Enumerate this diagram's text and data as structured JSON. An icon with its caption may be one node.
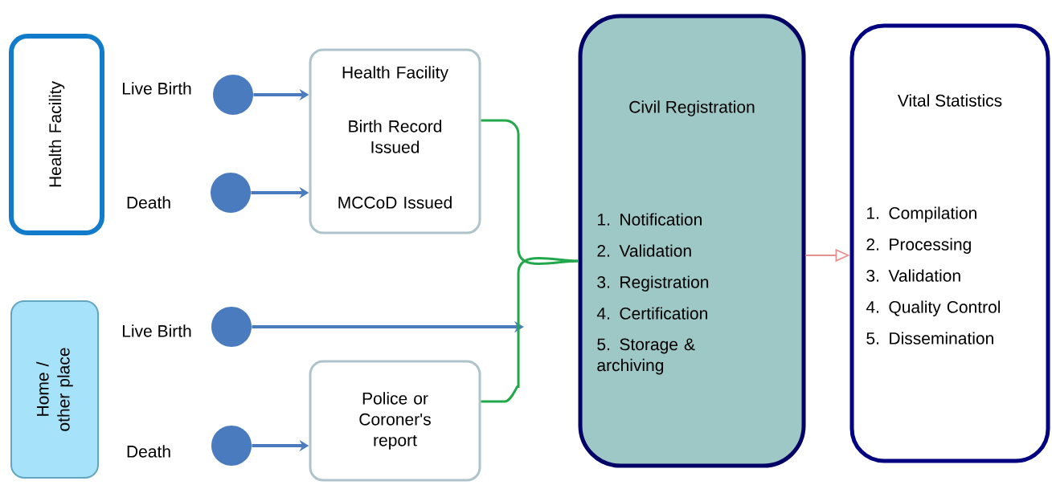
{
  "diagram": {
    "nodes": [
      {
        "text": [
          "Health Facility"
        ]
      },
      {
        "text": [],
        "shape": "circle"
      },
      {
        "text": [],
        "shape": "circle"
      },
      {
        "text": [
          "Health Facility",
          "Birth Record Issued",
          "MCCoD Issued"
        ]
      },
      {
        "text": [
          "Civil Registration",
          "1. Notification",
          "2. Validation",
          "3. Registration",
          "4. Certification",
          "5. Storage & archiving"
        ]
      },
      {
        "text": [
          "Vital Statistics",
          "1. Compilation",
          "2. Processing",
          "3. Validation",
          "4. Quality Control",
          "5. Dissemination"
        ]
      },
      {
        "text": [
          "Home / other place"
        ]
      },
      {
        "text": [],
        "shape": "circle"
      },
      {
        "text": [],
        "shape": "circle"
      },
      {
        "text": [
          "Police or Coroner's report"
        ]
      }
    ],
    "edges": [
      {
        "from": 1,
        "to": 3,
        "arrow": "to"
      },
      {
        "from": 2,
        "to": 3,
        "arrow": "to"
      },
      {
        "from": 3,
        "to": 4,
        "arrow": "none",
        "color": "#22a84a"
      },
      {
        "from": 7,
        "to": null,
        "arrow": "to"
      },
      {
        "from": 9,
        "to": 4,
        "arrow": "none",
        "color": "#22a84a"
      },
      {
        "from": 8,
        "to": 9,
        "arrow": "to"
      },
      {
        "from": 4,
        "to": 5,
        "arrow": "to",
        "color": "#e89090"
      }
    ],
    "labels": [
      "Live Birth",
      "Death",
      "Live Birth",
      "Death"
    ]
  }
}
